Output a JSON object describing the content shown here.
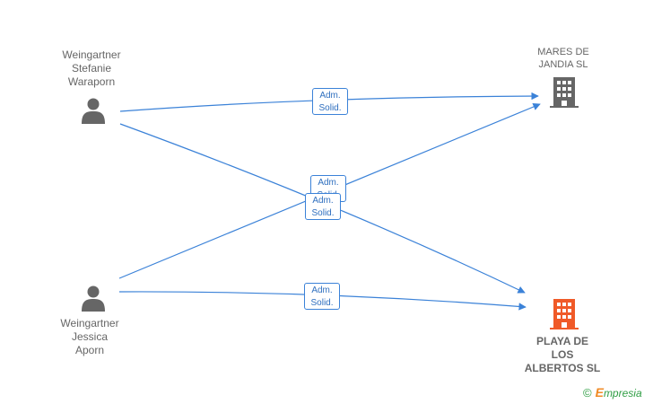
{
  "persons": [
    {
      "id": "p1",
      "name_lines": [
        "Weingartner",
        "Stefanie",
        "Waraporn"
      ]
    },
    {
      "id": "p2",
      "name_lines": [
        "Weingartner",
        "Jessica",
        "Aporn"
      ]
    }
  ],
  "companies": [
    {
      "id": "c1",
      "name_lines": [
        "MARES DE",
        "JANDIA SL"
      ],
      "color": "#666666"
    },
    {
      "id": "c2",
      "name_lines": [
        "PLAYA DE",
        "LOS",
        "ALBERTOS SL"
      ],
      "color": "#f05a28"
    }
  ],
  "relations": [
    {
      "from": "p1",
      "to": "c1",
      "role_lines": [
        "Adm.",
        "Solid."
      ]
    },
    {
      "from": "p2",
      "to": "c1",
      "role_lines": [
        "Adm.",
        "Solid."
      ]
    },
    {
      "from": "p1",
      "to": "c2",
      "role_lines": [
        "Adm.",
        "Solid."
      ]
    },
    {
      "from": "p2",
      "to": "c2",
      "role_lines": [
        "Adm.",
        "Solid."
      ]
    }
  ],
  "colors": {
    "edge": "#3b82d8",
    "person_icon": "#666666"
  },
  "brand": {
    "copyright": "©",
    "initial": "E",
    "rest": "mpresia"
  }
}
